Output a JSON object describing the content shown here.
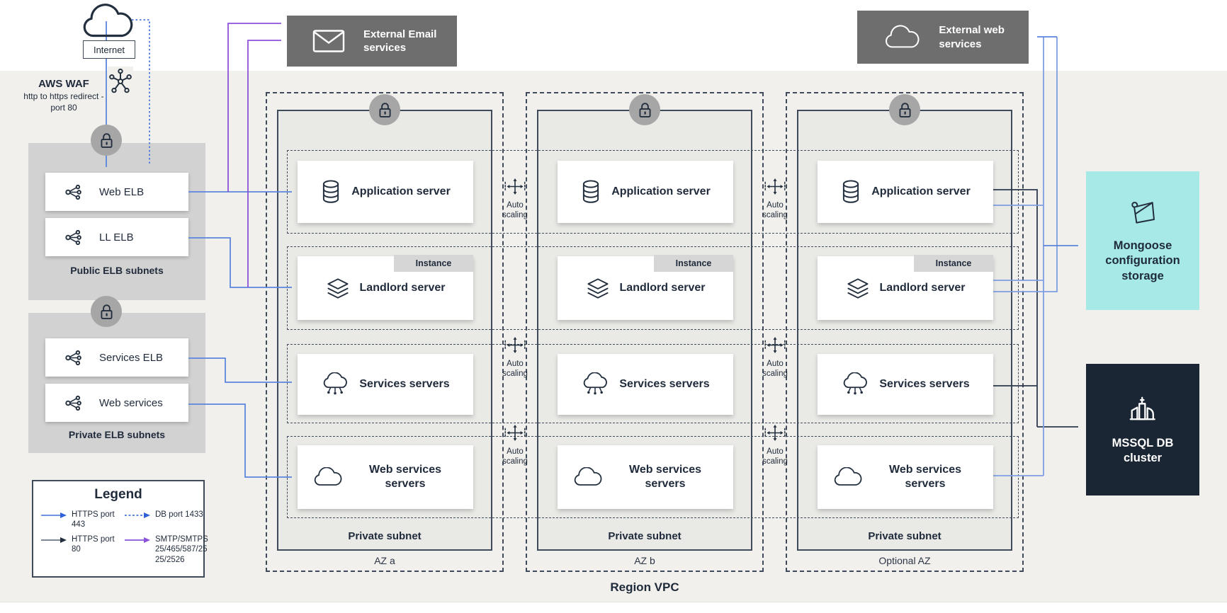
{
  "diagram": {
    "internet_label": "Internet",
    "waf": {
      "title": "AWS WAF",
      "subtitle": "http to https redirect - port 80"
    },
    "external_email": {
      "label": "External Email services",
      "icon": "envelope-icon"
    },
    "external_web": {
      "label": "External web services",
      "icon": "cloud-icon"
    },
    "public_elb": {
      "title": "Public ELB subnets",
      "items": [
        {
          "label": "Web ELB"
        },
        {
          "label": "LL ELB"
        }
      ]
    },
    "private_elb": {
      "title": "Private ELB subnets",
      "items": [
        {
          "label": "Services ELB"
        },
        {
          "label": "Web services"
        }
      ]
    },
    "legend": {
      "title": "Legend",
      "items": [
        {
          "swatch": "arrow-blue-solid",
          "label": "HTTPS port 443"
        },
        {
          "swatch": "arrow-blue-dashed",
          "label": "DB port 1433"
        },
        {
          "swatch": "arrow-dark-solid",
          "label": "HTTPS port 80"
        },
        {
          "swatch": "arrow-purple-solid",
          "label": "SMTP/SMTPS 25/465/587/25 25/2526"
        }
      ]
    },
    "region": {
      "label": "Region VPC",
      "subnet_label": "Private subnet",
      "azs": [
        {
          "name": "AZ a"
        },
        {
          "name": "AZ b"
        },
        {
          "name": "Optional AZ"
        }
      ],
      "servers": [
        {
          "label": "Application server",
          "icon": "database-icon"
        },
        {
          "label": "Landlord server",
          "icon": "layers-icon",
          "tag": "Instance"
        },
        {
          "label": "Services servers",
          "icon": "cloud-iot-icon"
        },
        {
          "label": "Web services servers",
          "icon": "cloud-icon"
        }
      ],
      "autoscaling_label": "Auto scaling"
    },
    "mongoose": {
      "label": "Mongoose configuration storage",
      "icon": "bucket-icon"
    },
    "mssql": {
      "label": "MSSQL DB cluster",
      "icon": "city-icon"
    },
    "colors": {
      "arrow_blue": "#2f62d8",
      "line_blue": "#5b85dd",
      "arrow_purple": "#8c52d9",
      "arrow_dark": "#232f3e",
      "cyan_box": "#a7e9e6",
      "navy_box": "#1b2634",
      "ext_gray_box": "#6e6e6e",
      "subnet_gray": "#d2d2d2",
      "band_gray": "#f1f0ec"
    }
  }
}
